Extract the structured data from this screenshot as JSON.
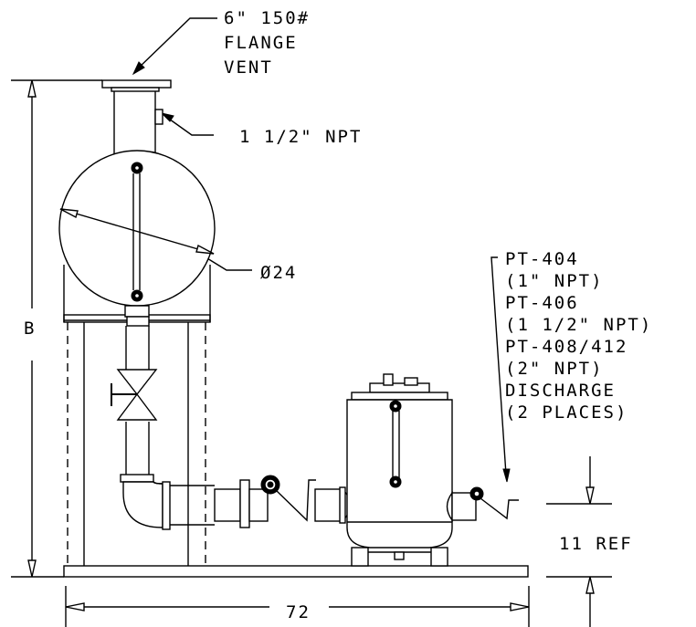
{
  "labels": {
    "flange_line1": "6\" 150#",
    "flange_line2": "FLANGE",
    "flange_line3": "VENT",
    "npt_top": "1 1/2\" NPT",
    "diameter": "Ø24",
    "height_dim": "B",
    "width_dim": "72",
    "ref_dim": "11 REF",
    "callout": [
      "PT-404",
      "(1\" NPT)",
      "PT-406",
      "(1 1/2\" NPT)",
      "PT-408/412",
      "(2\" NPT)",
      "DISCHARGE",
      "(2 PLACES)"
    ]
  }
}
